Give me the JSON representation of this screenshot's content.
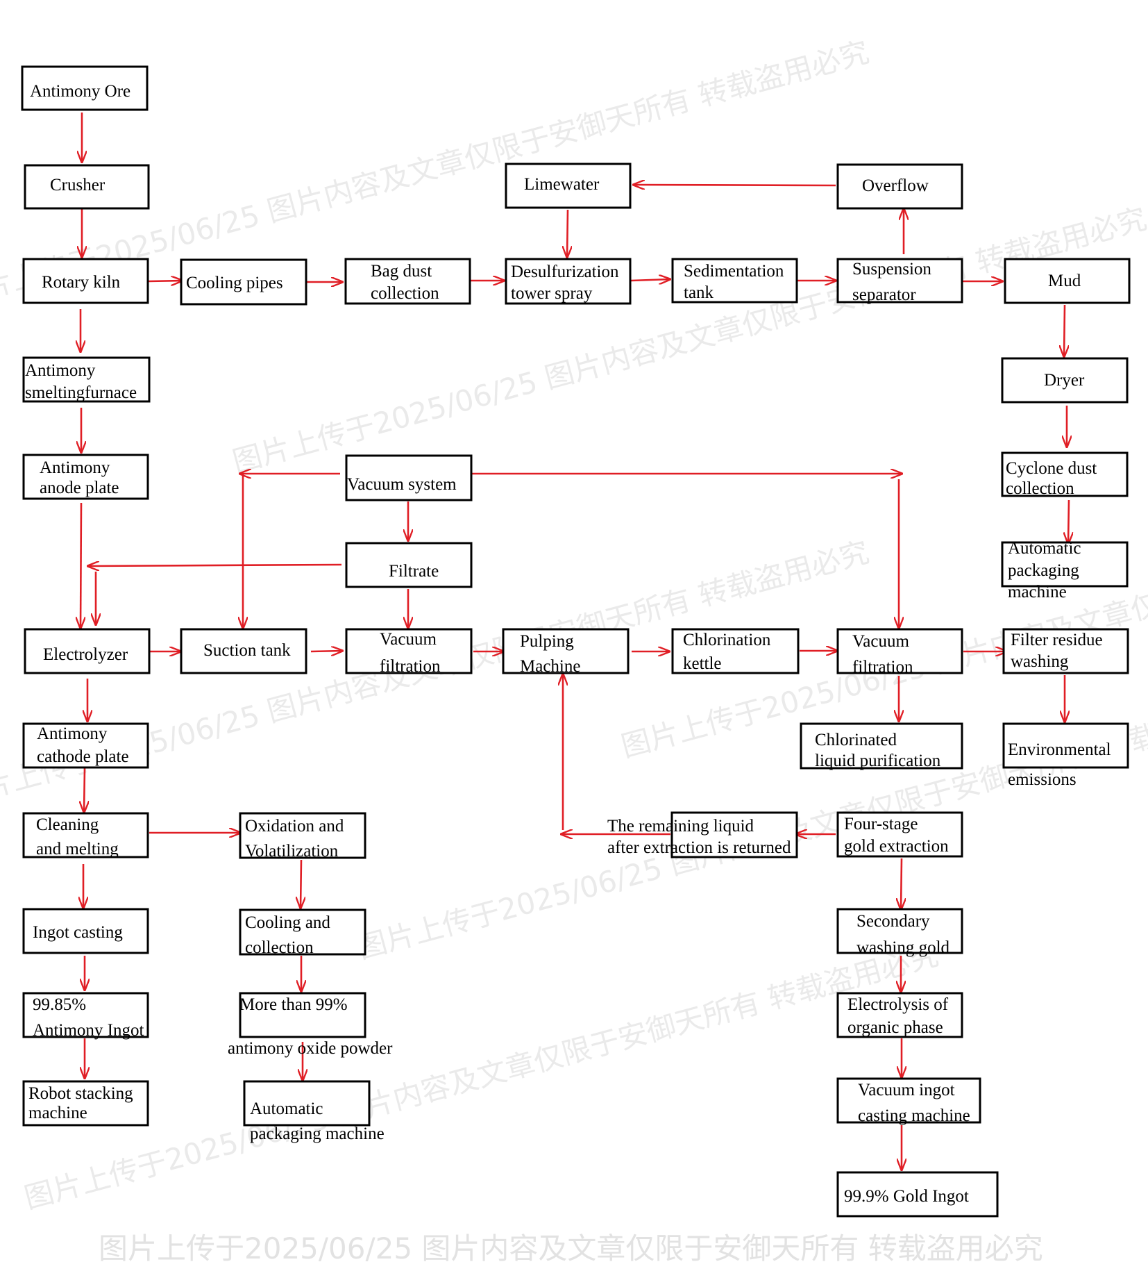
{
  "colors": {
    "arrow": "#e01e25",
    "box_stroke": "#000000",
    "text": "#000000",
    "watermark": "#d8d8d8"
  },
  "nodes": {
    "antimony_ore": [
      "Antimony Ore"
    ],
    "crusher": [
      "Crusher"
    ],
    "rotary_kiln": [
      "Rotary kiln"
    ],
    "cooling_pipes": [
      "Cooling pipes"
    ],
    "bag_dust": [
      "Bag dust",
      "collection"
    ],
    "desulfurization": [
      "Desulfurization",
      "tower spray"
    ],
    "sedimentation": [
      "Sedimentation",
      "tank"
    ],
    "suspension": [
      "Suspension",
      "separator"
    ],
    "mud": [
      "Mud"
    ],
    "limewater": [
      "Limewater"
    ],
    "overflow": [
      "Overflow"
    ],
    "smelting": [
      "Antimony",
      "smeltingfurnace"
    ],
    "anode": [
      "Antimony",
      "anode plate"
    ],
    "vacuum_system": [
      "Vacuum system"
    ],
    "dryer": [
      "Dryer"
    ],
    "cyclone": [
      "Cyclone dust",
      "collection"
    ],
    "auto_pack_right": [
      "Automatic",
      "packaging",
      "machine"
    ],
    "filtrate": [
      "Filtrate"
    ],
    "electrolyzer": [
      "Electrolyzer"
    ],
    "suction_tank": [
      "Suction tank"
    ],
    "vacuum_filtration_1": [
      "Vacuum",
      "filtration"
    ],
    "pulping": [
      "Pulping",
      "Machine"
    ],
    "chlorination": [
      "Chlorination",
      "kettle"
    ],
    "vacuum_filtration_2": [
      "Vacuum",
      "filtration"
    ],
    "filter_residue": [
      "Filter residue",
      "washing"
    ],
    "cathode": [
      "Antimony",
      "cathode plate"
    ],
    "chlorinated_liquid": [
      "Chlorinated",
      "liquid purification"
    ],
    "environmental": [
      "Environmental",
      "emissions"
    ],
    "cleaning": [
      "Cleaning",
      "and melting"
    ],
    "oxidation": [
      "Oxidation and",
      "Volatilization"
    ],
    "remaining_liquid": [
      "The remaining liquid",
      "after extraction is returned"
    ],
    "four_stage": [
      "Four-stage",
      "gold extraction"
    ],
    "ingot_casting": [
      "Ingot casting"
    ],
    "cooling_collection": [
      "Cooling and",
      "collection"
    ],
    "secondary_washing": [
      "Secondary",
      "washing gold"
    ],
    "antimony_ingot": [
      "99.85%",
      "Antimony Ingot"
    ],
    "oxide_powder": [
      "More than 99%",
      "antimony oxide powder"
    ],
    "organic_phase": [
      "Electrolysis of",
      "organic phase"
    ],
    "robot_stacking": [
      "Robot stacking",
      "machine"
    ],
    "auto_pack_bottom": [
      "Automatic",
      "packaging machine"
    ],
    "vacuum_ingot": [
      "Vacuum ingot",
      "casting machine"
    ],
    "gold_ingot": [
      "99.9% Gold Ingot"
    ]
  },
  "watermark": {
    "text": "图片上传于2025/06/25 图片内容及文章仅限于安御天所有 转载盗用必究"
  }
}
